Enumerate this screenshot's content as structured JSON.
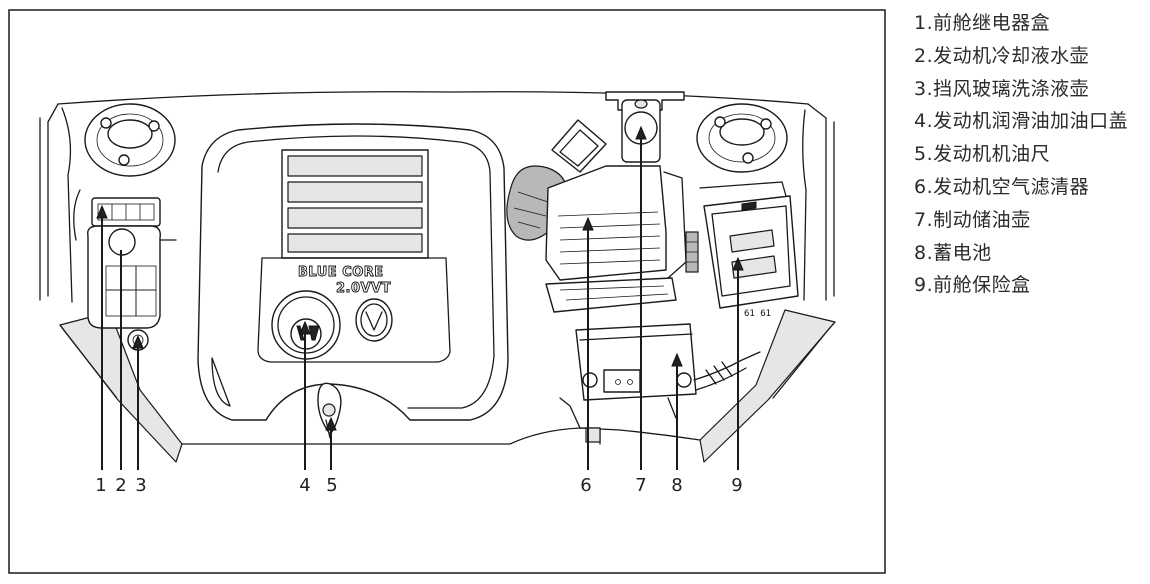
{
  "diagram": {
    "engine_cover_text": [
      "BLUE CORE",
      "2.0VVT"
    ],
    "fuse_box_marking": "61 61",
    "callouts": [
      "1",
      "2",
      "3",
      "4",
      "5",
      "6",
      "7",
      "8",
      "9"
    ]
  },
  "legend": {
    "items": [
      "1.前舱继电器盒",
      "2.发动机冷却液水壶",
      "3.挡风玻璃洗涤液壶",
      "4.发动机润滑油加油口盖",
      "5.发动机机油尺",
      "6.发动机空气滤清器",
      "7.制动储油壶",
      "8.蓄电池",
      "9.前舱保险盒"
    ]
  }
}
